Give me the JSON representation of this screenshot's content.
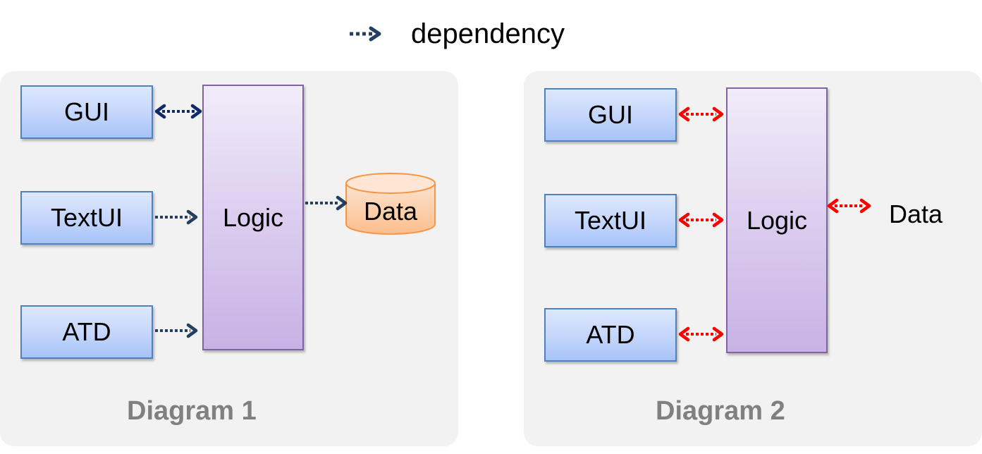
{
  "legend": {
    "label": "dependency",
    "arrow_color": "#1f3864"
  },
  "diagrams": [
    {
      "caption": "Diagram 1",
      "nodes": {
        "gui": "GUI",
        "textui": "TextUI",
        "atd": "ATD",
        "logic": "Logic",
        "data": "Data"
      },
      "edges": [
        {
          "from": "GUI",
          "to": "Logic",
          "direction": "bidirectional",
          "color": "#0d2a6b"
        },
        {
          "from": "TextUI",
          "to": "Logic",
          "direction": "forward",
          "color": "#243f60"
        },
        {
          "from": "ATD",
          "to": "Logic",
          "direction": "forward",
          "color": "#243f60"
        },
        {
          "from": "Logic",
          "to": "Data",
          "direction": "forward",
          "color": "#243f60"
        }
      ]
    },
    {
      "caption": "Diagram 2",
      "nodes": {
        "gui": "GUI",
        "textui": "TextUI",
        "atd": "ATD",
        "logic": "Logic",
        "data": "Data"
      },
      "edges": [
        {
          "from": "GUI",
          "to": "Logic",
          "direction": "bidirectional",
          "color": "#ff0000"
        },
        {
          "from": "TextUI",
          "to": "Logic",
          "direction": "bidirectional",
          "color": "#ff0000"
        },
        {
          "from": "ATD",
          "to": "Logic",
          "direction": "bidirectional",
          "color": "#ff0000"
        },
        {
          "from": "Logic",
          "to": "Data",
          "direction": "bidirectional",
          "color": "#ff0000"
        }
      ]
    }
  ]
}
